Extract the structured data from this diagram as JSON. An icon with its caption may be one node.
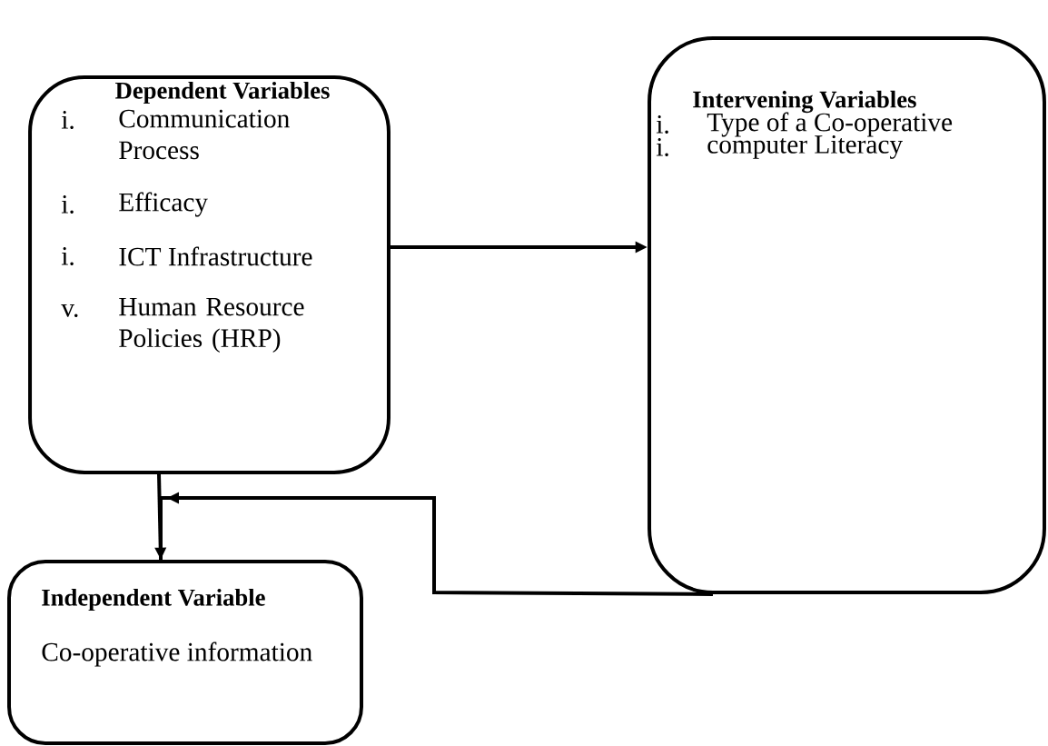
{
  "diagram": {
    "nodes": [
      {
        "text": [
          "Dependent Variables",
          "i.",
          "Communication Process",
          "i.",
          "Efficacy",
          "i.",
          "ICT Infrastructure",
          "v.",
          "Human Resource Policies (HRP)"
        ]
      },
      {
        "text": [
          "Intervening Variables",
          "i.",
          "Type of a Co-operative",
          "i.",
          "computer Literacy"
        ]
      },
      {
        "text": [
          "Independent Variable",
          "Co-operative information"
        ]
      }
    ],
    "edges": [
      {
        "from": 0,
        "to": 1,
        "arrow": "to"
      },
      {
        "from": 0,
        "to": 2,
        "arrow": "to"
      },
      {
        "from": 1,
        "to": 2,
        "arrow": "to"
      }
    ]
  }
}
